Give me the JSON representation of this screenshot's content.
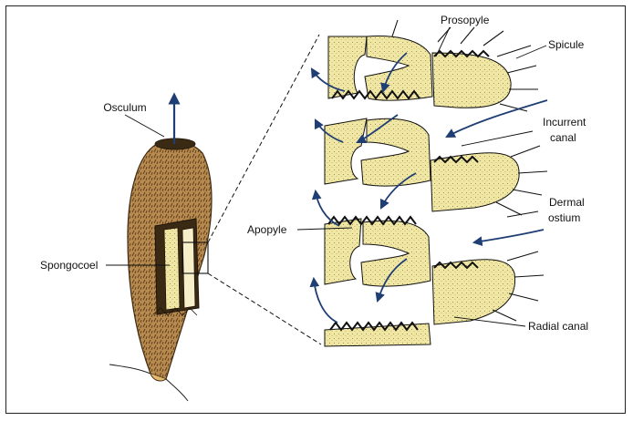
{
  "labels": {
    "osculum": "Osculum",
    "spongocoel": "Spongocoel",
    "prosopyle": "Prosopyle",
    "spicule": "Spicule",
    "incurrent_canal_line1": "Incurrent",
    "incurrent_canal_line2": "canal",
    "dermal_ostium_line1": "Dermal",
    "dermal_ostium_line2": "ostium",
    "apopyle": "Apopyle",
    "radial_canal": "Radial canal"
  },
  "colors": {
    "sponge_body": "#b78a4f",
    "sponge_dark": "#6b4a24",
    "tissue": "#f1e7a4",
    "flow_arrow": "#1f3e73",
    "line": "#111111"
  }
}
